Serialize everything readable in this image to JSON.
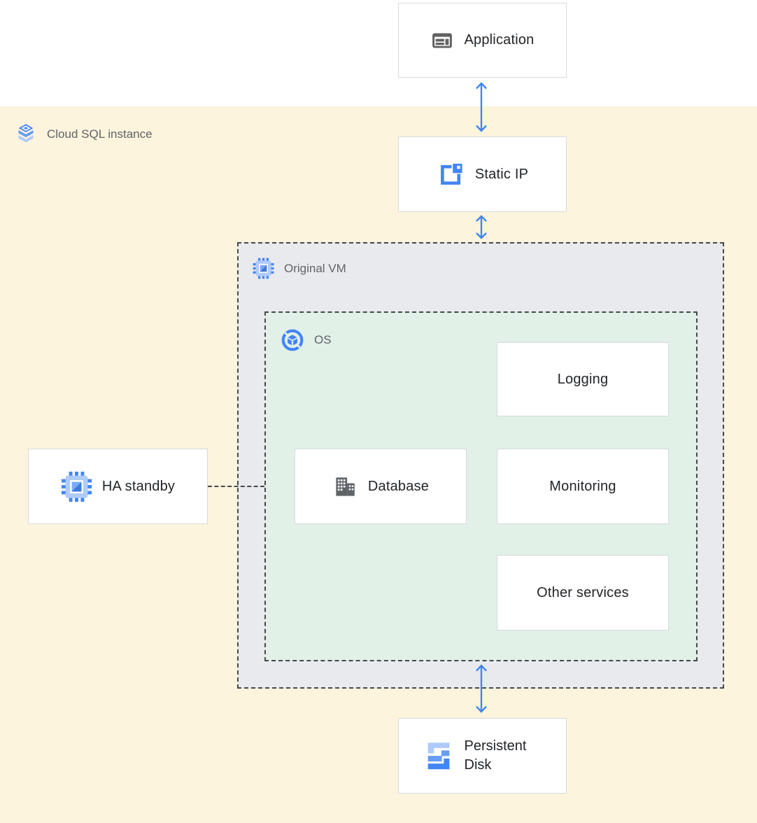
{
  "region": {
    "label": "Cloud SQL instance",
    "icon": "cloud-sql-icon"
  },
  "nodes": {
    "application": {
      "label": "Application",
      "icon": "application-window-icon"
    },
    "static_ip": {
      "label": "Static IP",
      "icon": "external-ip-icon"
    },
    "original_vm": {
      "label": "Original VM",
      "icon": "compute-engine-chip-icon"
    },
    "os": {
      "label": "OS",
      "icon": "os-cube-icon"
    },
    "logging": {
      "label": "Logging"
    },
    "database": {
      "label": "Database",
      "icon": "database-building-icon"
    },
    "monitoring": {
      "label": "Monitoring"
    },
    "other_services": {
      "label": "Other services"
    },
    "ha_standby": {
      "label": "HA standby",
      "icon": "compute-engine-chip-icon"
    },
    "persistent_disk": {
      "label": "Persistent Disk",
      "icon": "persistent-disk-icon"
    }
  },
  "edges": [
    {
      "from": "application",
      "to": "static_ip",
      "style": "double-headed-arrow"
    },
    {
      "from": "static_ip",
      "to": "original_vm",
      "style": "double-headed-arrow"
    },
    {
      "from": "os",
      "to": "persistent_disk",
      "style": "double-headed-arrow"
    },
    {
      "from": "ha_standby",
      "to": "original_vm",
      "style": "dashed-line"
    }
  ],
  "colors": {
    "background": "#fcf4dc",
    "top_band": "#ffffff",
    "vm_zone_fill": "#e9eaee",
    "os_zone_fill": "#e2f1e8",
    "node_fill": "#ffffff",
    "node_border": "#d6d9dd",
    "dashed_border": "#45484c",
    "arrow_blue": "#4285f4",
    "label_gray": "#5f6368",
    "label_dark": "#212428",
    "icon_gray": "#616161",
    "icon_blue_light": "#aecbfa",
    "icon_blue_mid": "#669df6",
    "icon_blue_dark": "#4285f4"
  }
}
